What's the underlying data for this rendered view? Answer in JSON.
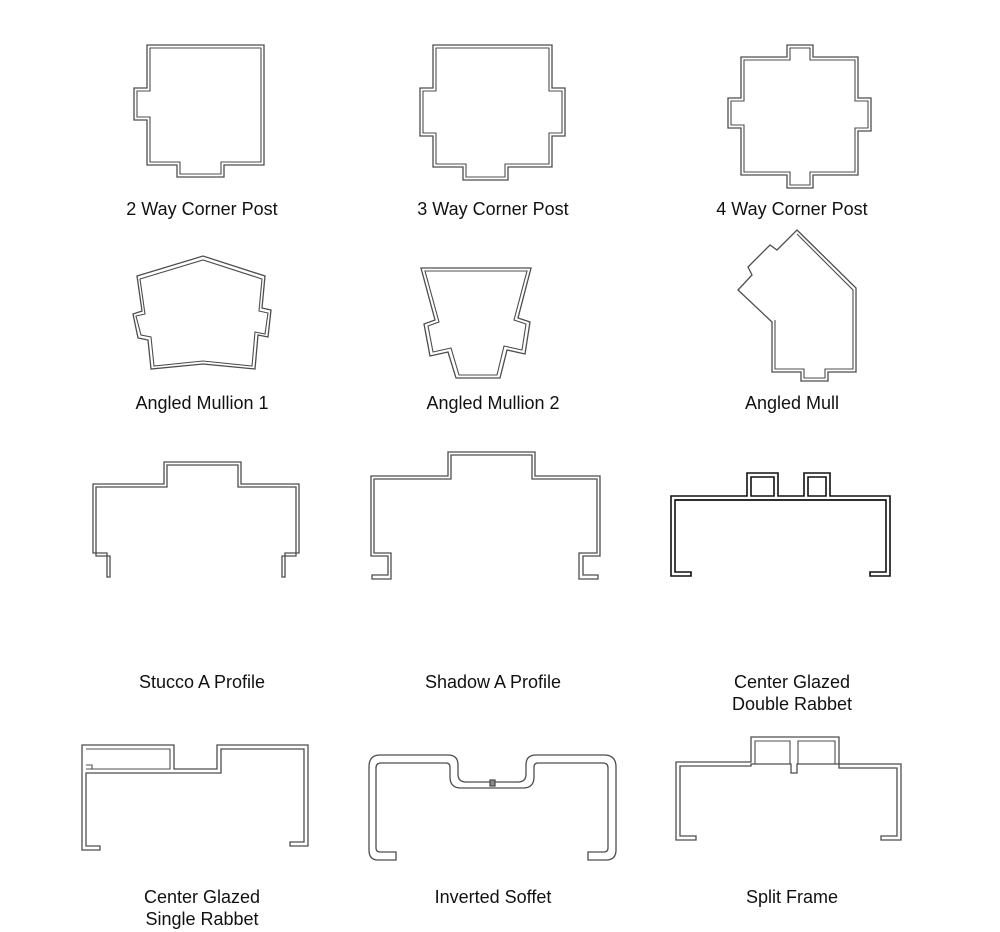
{
  "profiles": [
    {
      "id": "two-way-corner-post",
      "label": "2 Way Corner Post"
    },
    {
      "id": "three-way-corner-post",
      "label": "3 Way Corner Post"
    },
    {
      "id": "four-way-corner-post",
      "label": "4 Way Corner Post"
    },
    {
      "id": "angled-mullion-1",
      "label": "Angled Mullion 1"
    },
    {
      "id": "angled-mullion-2",
      "label": "Angled Mullion 2"
    },
    {
      "id": "angled-mull",
      "label": "Angled Mull"
    },
    {
      "id": "stucco-a-profile",
      "label": "Stucco A Profile"
    },
    {
      "id": "shadow-a-profile",
      "label": "Shadow A Profile"
    },
    {
      "id": "center-glazed-double-rabbet",
      "label": "Center Glazed\nDouble Rabbet"
    },
    {
      "id": "center-glazed-single-rabbet",
      "label": "Center Glazed\nSingle Rabbet"
    },
    {
      "id": "inverted-soffet",
      "label": "Inverted Soffet"
    },
    {
      "id": "split-frame",
      "label": "Split Frame"
    }
  ]
}
